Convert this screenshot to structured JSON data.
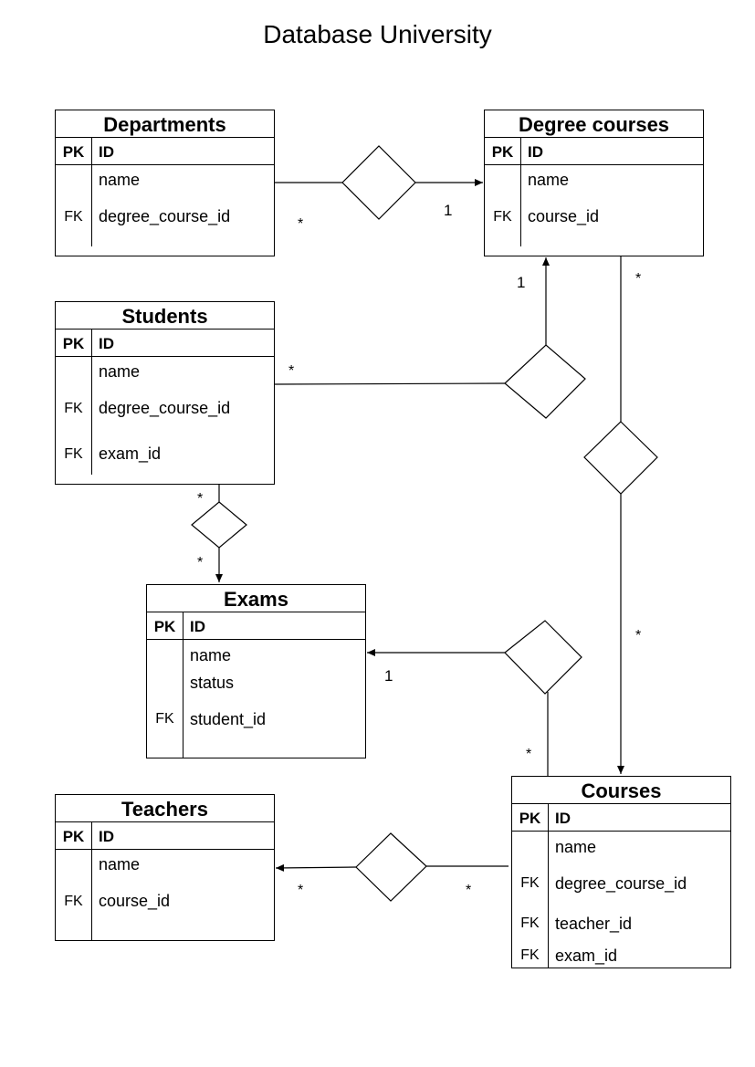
{
  "title": "Database University",
  "entities": {
    "departments": {
      "name": "Departments",
      "pk": {
        "key": "PK",
        "field": "ID"
      },
      "rows": [
        {
          "key": "",
          "field": "name"
        },
        {
          "key": "FK",
          "field": "degree_course_id"
        }
      ]
    },
    "degree_courses": {
      "name": "Degree courses",
      "pk": {
        "key": "PK",
        "field": "ID"
      },
      "rows": [
        {
          "key": "",
          "field": "name"
        },
        {
          "key": "FK",
          "field": "course_id"
        }
      ]
    },
    "students": {
      "name": "Students",
      "pk": {
        "key": "PK",
        "field": "ID"
      },
      "rows": [
        {
          "key": "",
          "field": "name"
        },
        {
          "key": "FK",
          "field": "degree_course_id"
        },
        {
          "key": "FK",
          "field": "exam_id"
        }
      ]
    },
    "exams": {
      "name": "Exams",
      "pk": {
        "key": "PK",
        "field": "ID"
      },
      "rows": [
        {
          "key": "",
          "field": "name"
        },
        {
          "key": "",
          "field": "status"
        },
        {
          "key": "FK",
          "field": "student_id"
        }
      ]
    },
    "teachers": {
      "name": "Teachers",
      "pk": {
        "key": "PK",
        "field": "ID"
      },
      "rows": [
        {
          "key": "",
          "field": "name"
        },
        {
          "key": "FK",
          "field": "course_id"
        }
      ]
    },
    "courses": {
      "name": "Courses",
      "pk": {
        "key": "PK",
        "field": "ID"
      },
      "rows": [
        {
          "key": "",
          "field": "name"
        },
        {
          "key": "FK",
          "field": "degree_course_id"
        },
        {
          "key": "FK",
          "field": "teacher_id"
        },
        {
          "key": "FK",
          "field": "exam_id"
        }
      ]
    }
  },
  "cardinalities": {
    "departments_side": "*",
    "degree_courses_from_departments": "1",
    "degree_courses_from_students": "1",
    "students_side": "*",
    "degree_courses_to_courses": "*",
    "courses_from_degree_courses": "*",
    "students_to_exams": "*",
    "exams_from_students": "*",
    "exams_from_courses": "1",
    "courses_to_exams": "*",
    "teachers_from_courses": "*",
    "courses_to_teachers": "*"
  }
}
